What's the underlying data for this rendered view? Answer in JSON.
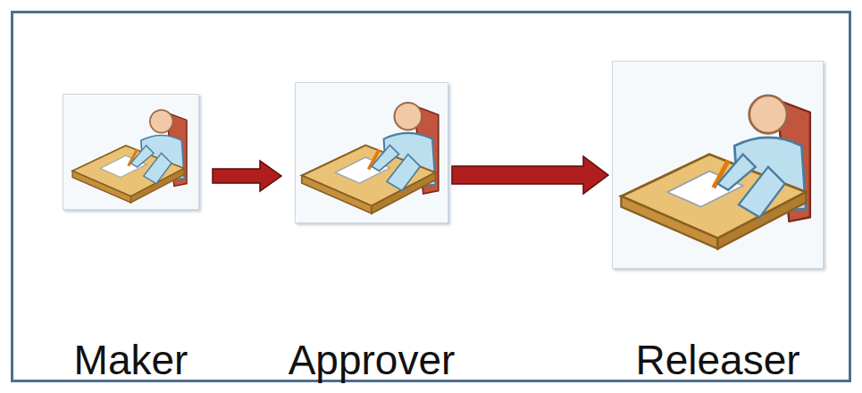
{
  "diagram": {
    "nodes": [
      {
        "text": [
          "Maker"
        ]
      },
      {
        "text": [
          "Approver"
        ]
      },
      {
        "text": [
          "Releaser"
        ]
      }
    ],
    "edges": [
      {
        "from": 0,
        "to": 1,
        "arrow": "to"
      },
      {
        "from": 1,
        "to": 2,
        "arrow": "to"
      }
    ]
  }
}
